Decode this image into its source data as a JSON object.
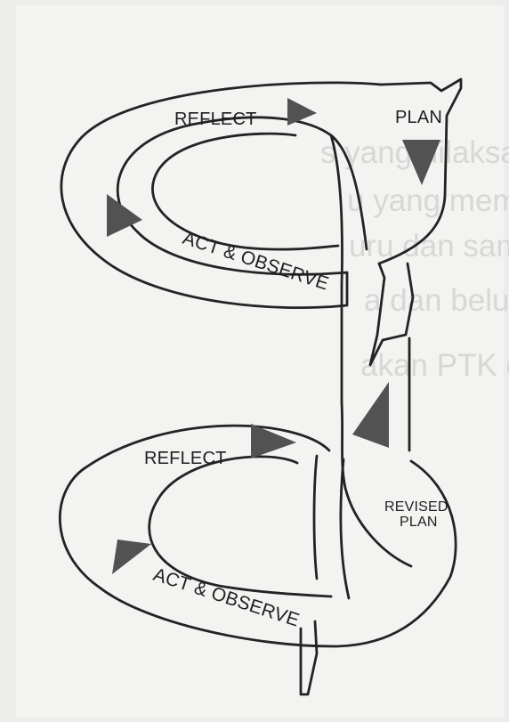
{
  "diagram": {
    "cycle_1": {
      "plan": "PLAN",
      "reflect": "REFLECT",
      "act_observe": "ACT & OBSERVE"
    },
    "cycle_2": {
      "revised_plan_line1": "REVISED",
      "revised_plan_line2": "PLAN",
      "reflect": "REFLECT",
      "act_observe": "ACT & OBSERVE"
    }
  },
  "background_text": [
    "s yang dilaksanakan di sekol",
    "u yang memakai model ini. H",
    "uru dan sama sekali berharap",
    "a dan belum banyak dosen",
    "akan PTK di sekolah."
  ],
  "colors": {
    "ink": "#232323",
    "triangle": "#525252",
    "paper": "#f3f3f1"
  }
}
